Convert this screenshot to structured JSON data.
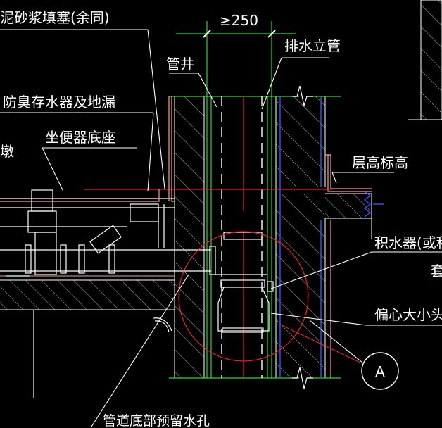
{
  "labels": {
    "mortar_fill": "泥砂浆填塞(余同)",
    "dimension": "≥250",
    "pipe_shaft": "管井",
    "drain_stack": "排水立管",
    "odor_trap": "防臭存水器及地漏",
    "toilet_base": "坐便器底座",
    "floor_level": "层高标高",
    "water_collector": "积水器(或积",
    "eccentric_reducer": "偏心大小头调节",
    "pipe_hole": "管道底部预留水孔",
    "detail_marker": "A",
    "left_edge_char": "墩",
    "right_edge_char": "套"
  },
  "colors": {
    "background": "#000000",
    "white_lines": "#ffffff",
    "green_lines": "#22dd22",
    "red_lines": "#ee2222",
    "pink_lines": "#ff9999",
    "blue_lines": "#2244ff",
    "hatch": "#cccccc"
  }
}
